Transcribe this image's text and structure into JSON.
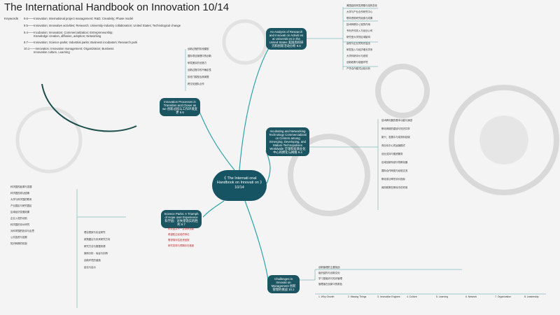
{
  "title": "The International Handbook on Innovation  10/14",
  "keywords": {
    "label": "Keywords",
    "lines": [
      "9.6——Innovation; International project management; R&D; Creativity; Phase model",
      "9.5——Innovation; Innovative activities; Research; University-industry collaboration; United States; Technological change",
      "9.4——Incubation; Innovation; Commercialization; Entrepreneurship;",
      "Knowledge creation, diffusion, adoption; Networking",
      "9.7——Innovation; Science parks; Industrial parks; Business incubators; Research park",
      "10.1——Innovation; Innovation management; Organization; Business",
      "Innovation culture, Learning"
    ]
  },
  "central": "《 The Internati onal Handbook on Innovati on 》10/14",
  "branches": [
    "An Analysis of Research and Innovati on Activiti es at Universiti es in the United States 美国高校研究和创新活动分析 9.5",
    "Innovation Processes in Transition and Closer as we 创新过程与工作环境变更 9.6",
    "Incubating and Networking Technology Commercializati on Centers among Emerging, Developing, and Mature Technopolises Worldwide 全球科技商业化中心的孵化与网络 9.4",
    "Science Parks: A Triumph of Hope over Experience 科学园：对失望现实的胜利 9.7",
    "Challenges in Innovati on Management 创新管理的挑战 10.1"
  ],
  "leaves": {
    "right_top": [
      "美国高校研发规模与结构变化",
      "大学与产业合作研究中心",
      "联邦资助研究经费与成果",
      "技术转移办公室的作用",
      "专利许可收入与创业公司",
      "研究型大学的区域影响",
      "高校与企业的知识溢出",
      "研发投入与经济增长关系",
      "大学科研评价与绩效",
      "创新政策与制度环境",
      "产学合作模式比较分析"
    ],
    "right_mid": [
      "技术孵化器的基本功能与演进",
      "孵化网络的建设与知识共享",
      "新兴、发展中与成熟科技城",
      "商业化中心的运营模式",
      "创业支持与融资服务",
      "区域创新系统中的孵化器",
      "国际合作网络与经验交流",
      "孵化成功率的评价指标",
      "政府政策在孵化中的作用"
    ],
    "right_low": [
      "创新管理的主要挑战",
      "组织结构与创新文化",
      "学习型组织与知识管理",
      "管理者在创新中的角色"
    ],
    "left_top": [
      "创新过程的阶段模型",
      "国际项目管理中的创新",
      "研发团队的创造力",
      "创新过程中的不确定性",
      "阶段门模型及其局限",
      "跨文化团队合作"
    ],
    "left_mid": [
      "科学园的起源与发展",
      "科学园的成功因素",
      "大学与科学园的联系",
      "产业园区与研究园区",
      "区域经济发展效果",
      "企业入驻的动机",
      "科学园的评价研究",
      "对科学园的批评与反思",
      "公共投资与回报",
      "知识转移的机制"
    ],
    "left_low": [
      "理论框架与实证研究",
      "政策建议与未来研究方向",
      "研究方法与数据来源",
      "案例分析：硅谷与剑桥",
      "创新环境的营造",
      "结论与启示"
    ],
    "red_notes": [
      "科学园并不一定带来创新",
      "希望胜过经验的悖论",
      "需谨慎评估投资回报",
      "研究发现与预期存在差距"
    ]
  },
  "bottom_row": [
    "1. Why Growth",
    "2. Missing Things",
    "3. Innovation Engines",
    "4. Culture",
    "5. Learning",
    "6. Network",
    "7. Organization",
    "8. Leadership"
  ],
  "colors": {
    "central": "#165463",
    "branch": "#1c5562",
    "accent_red": "#c32f5b",
    "line": "#2aa3a8"
  }
}
